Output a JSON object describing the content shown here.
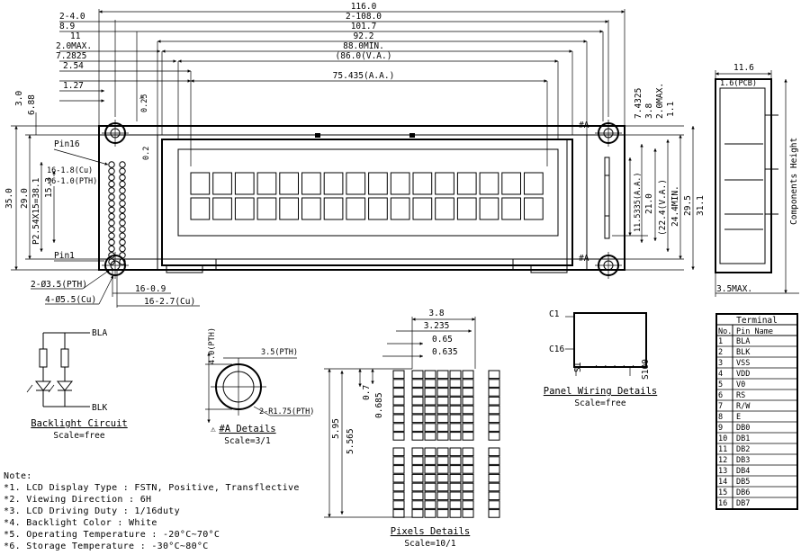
{
  "top_dims": [
    "116.0",
    "2-4.0",
    "2-108.0",
    "8.9",
    "101.7",
    "11",
    "92.2",
    "2.0MAX.",
    "88.0MIN.",
    "7.2825",
    "(86.0(V.A.)",
    "2.54",
    "75.435(A.A.)",
    "1.27"
  ],
  "left_dims": [
    "3.0",
    "6.88",
    "35.0",
    "29.0",
    "P2.54X15=38.1",
    "16-1.0(PTH)",
    "16-1.8(Cu)",
    "15.3"
  ],
  "right_dims": [
    "7.4325",
    "3.8",
    "2.0MAX.",
    "1.1",
    "11.5335(A.A.)",
    "21.0",
    "(22.4(V.A.)",
    "24.4MIN.",
    "29.5",
    "31.1"
  ],
  "small_dims": [
    "0.25",
    "0.2"
  ],
  "side_dims": [
    "11.6",
    "1.6(PCB)",
    "Components Height",
    "3.5MAX."
  ],
  "pin_labels": [
    "Pin16",
    "Pin1"
  ],
  "hole_labels": [
    "2-Ø3.5(PTH)",
    "4-Ø5.5(Cu)",
    "16-0.9",
    "16-2.7(Cu)"
  ],
  "markers": [
    "#A",
    "#A"
  ],
  "backlight": {
    "labels": [
      "BLA",
      "BLK"
    ],
    "title": "Backlight Circuit",
    "scale": "Scale=free"
  },
  "na_details": {
    "dims": [
      "4.0(PTH)",
      "3.5(PTH)",
      "2-R1.75(PTH)"
    ],
    "title": "#A Details",
    "scale": "Scale=3/1"
  },
  "pixel_details": {
    "dims": [
      "3.8",
      "3.235",
      "0.65",
      "0.635",
      "0.7",
      "0.685",
      "5.95",
      "5.565"
    ],
    "title": "Pixels Details",
    "scale": "Scale=10/1"
  },
  "panel_wiring": {
    "labels": [
      "C1",
      "C16",
      "S1",
      "S100"
    ],
    "title": "Panel Wiring Details",
    "scale": "Scale=free"
  },
  "terminal": {
    "title": "Terminal",
    "col_no": "No.",
    "col_name": "Pin Name",
    "rows": [
      [
        "1",
        "BLA"
      ],
      [
        "2",
        "BLK"
      ],
      [
        "3",
        "VSS"
      ],
      [
        "4",
        "VDD"
      ],
      [
        "5",
        "V0"
      ],
      [
        "6",
        "RS"
      ],
      [
        "7",
        "R/W"
      ],
      [
        "8",
        "E"
      ],
      [
        "9",
        "DB0"
      ],
      [
        "10",
        "DB1"
      ],
      [
        "11",
        "DB2"
      ],
      [
        "12",
        "DB3"
      ],
      [
        "13",
        "DB4"
      ],
      [
        "14",
        "DB5"
      ],
      [
        "15",
        "DB6"
      ],
      [
        "16",
        "DB7"
      ]
    ]
  },
  "notes": {
    "heading": "Note:",
    "items": [
      "*1. LCD Display Type : FSTN, Positive, Transflective",
      "*2. Viewing Direction : 6H",
      "*3. LCD Driving Duty : 1/16duty",
      "*4. Backlight Color : White",
      "*5. Operating Temperature : -20°C~70°C",
      "*6. Storage Temperature : -30°C~80°C"
    ]
  }
}
